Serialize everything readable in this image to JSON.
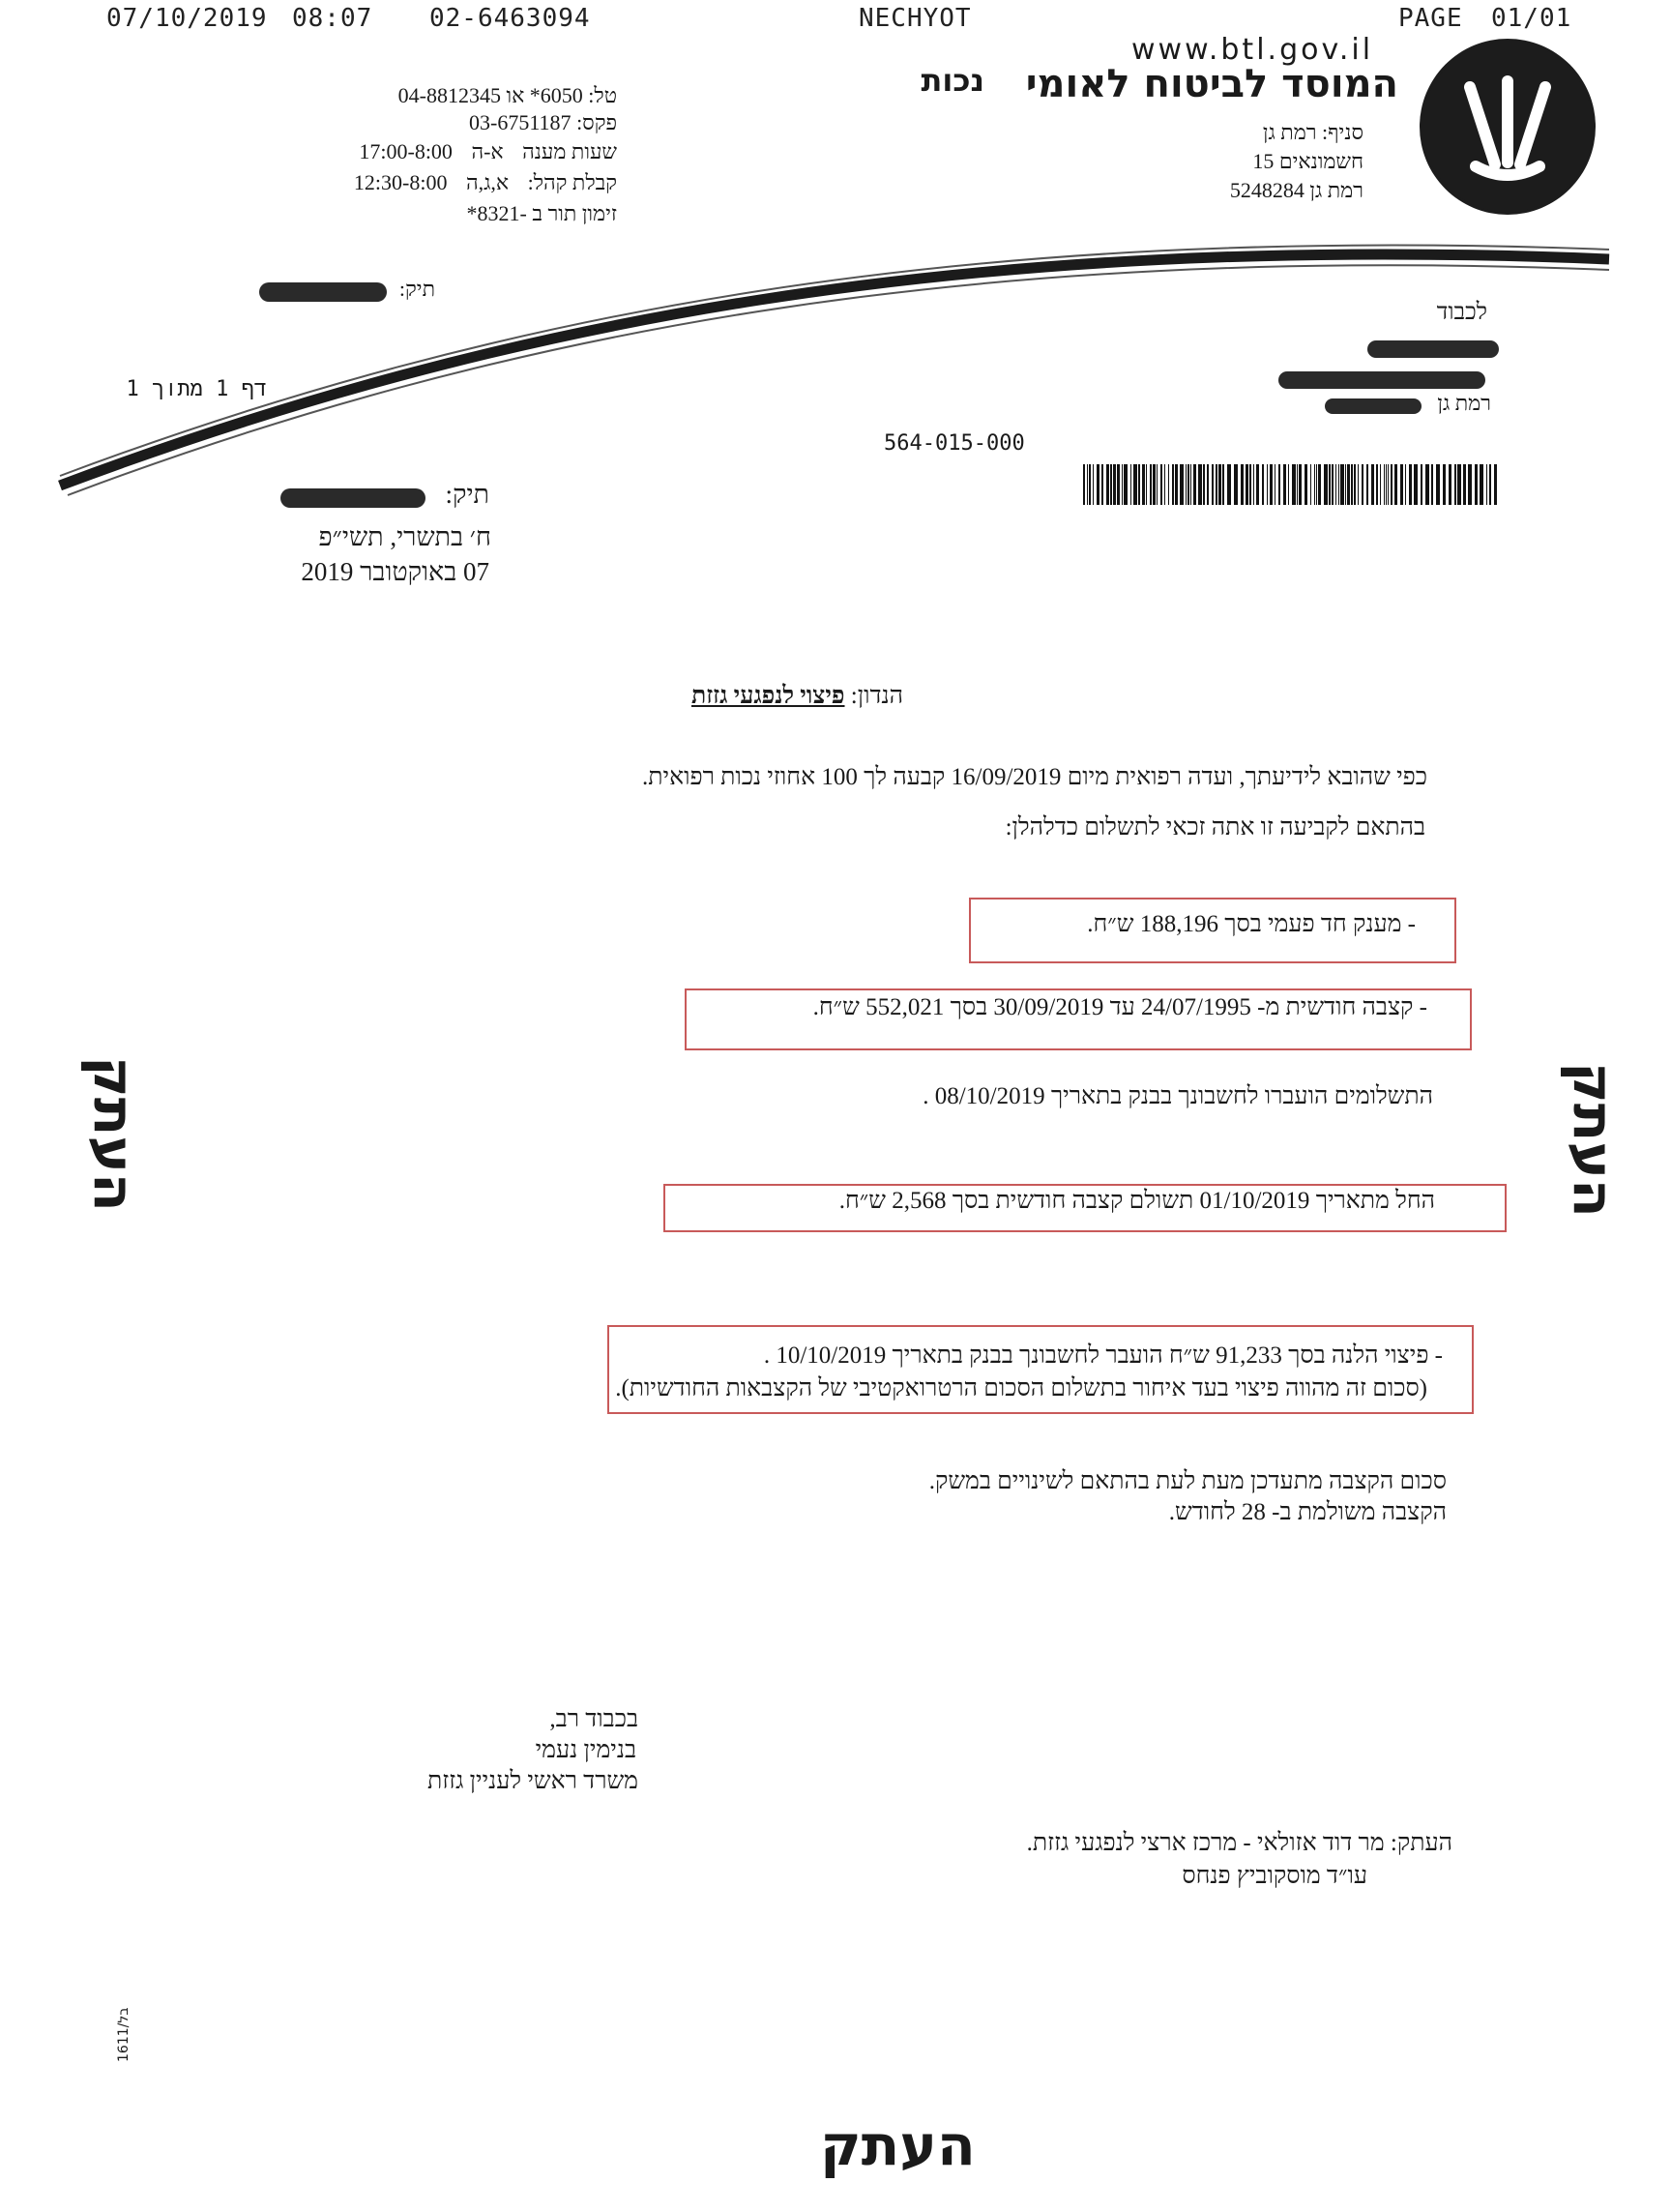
{
  "fax_header": {
    "date": "07/10/2019",
    "time": "08:07",
    "phone": "02-6463094",
    "sender": "NECHYOT",
    "page_label": "PAGE",
    "page_num": "01/01"
  },
  "org": {
    "website": "www.btl.gov.il",
    "name": "המוסד לביטוח לאומי",
    "department": "נכות",
    "branch_line": "סניף: רמת גן",
    "street": "חשמונאים 15",
    "city": "רמת גן  5248284"
  },
  "contact": {
    "phone": "טל: 6050* או 04-8812345",
    "fax": "פקס: 03-6751187",
    "hours_label": "שעות מענה",
    "hours_days": "א-ה",
    "hours_time": "17:00-8:00",
    "reception_label": "קבלת קהל:",
    "reception_days": "א,ג,ה",
    "reception_time": "12:30-8:00",
    "appointment": "זימון תור ב -8321*"
  },
  "file_label_top": "תיק:",
  "recipient": {
    "to": "לכבוד",
    "city": "רמת גן"
  },
  "page_count": "דף 1 מתוך 1",
  "barcode_number": "564-015-000",
  "file_label": "תיק:",
  "hebrew_date": "ח׳ בתשרי, תשי״פ",
  "greg_date": "07 באוקטובר 2019",
  "subject_label": "הנדון:",
  "subject": "פיצוי לנפגעי גזזת",
  "paragraph1": "כפי שהובא לידיעתך, ועדה רפואית מיום  16/09/2019  קבעה לך 100 אחוזי נכות רפואית.",
  "paragraph2": "בהתאם לקביעה זו אתה זכאי לתשלום כדלהלן:",
  "item1": "- מענק חד פעמי בסך  188,196  ש״ח.",
  "item2": "- קצבה חודשית מ- 24/07/1995 עד 30/09/2019 בסך 552,021 ש״ח.",
  "transfer": "התשלומים הועברו לחשבונך בבנק בתאריך  08/10/2019 .",
  "monthly": "החל מתאריך  01/10/2019  תשולם קצבה חודשית בסך  2,568  ש״ח.",
  "loan_line1": "- פיצוי הלנה בסך  91,233  ש״ח הועבר לחשבונך בבנק בתאריך  10/10/2019 .",
  "loan_line2": "(סכום זה מהווה פיצוי בעד איחור בתשלום הסכום הרטרואקטיבי של הקצבאות החודשיות).",
  "update_line1": "סכום הקצבה מתעדכן מעת לעת בהתאם לשינויים במשק.",
  "update_line2": "הקצבה משולמת ב- 28 לחודש.",
  "closing": "בכבוד רב,",
  "signer_name": "בנימין נעמי",
  "signer_title": "משרד ראשי לעניין גזזת",
  "cc_line1": "העתק: מר דוד אזולאי - מרכז ארצי לנפגעי גזזת.",
  "cc_line2": "עו״ד מוסקוביץ פנחס",
  "form_code": "בל/1611",
  "stamp": "העתק",
  "colors": {
    "highlight_box": "#c85a5a",
    "ink": "#1a1a1a"
  }
}
